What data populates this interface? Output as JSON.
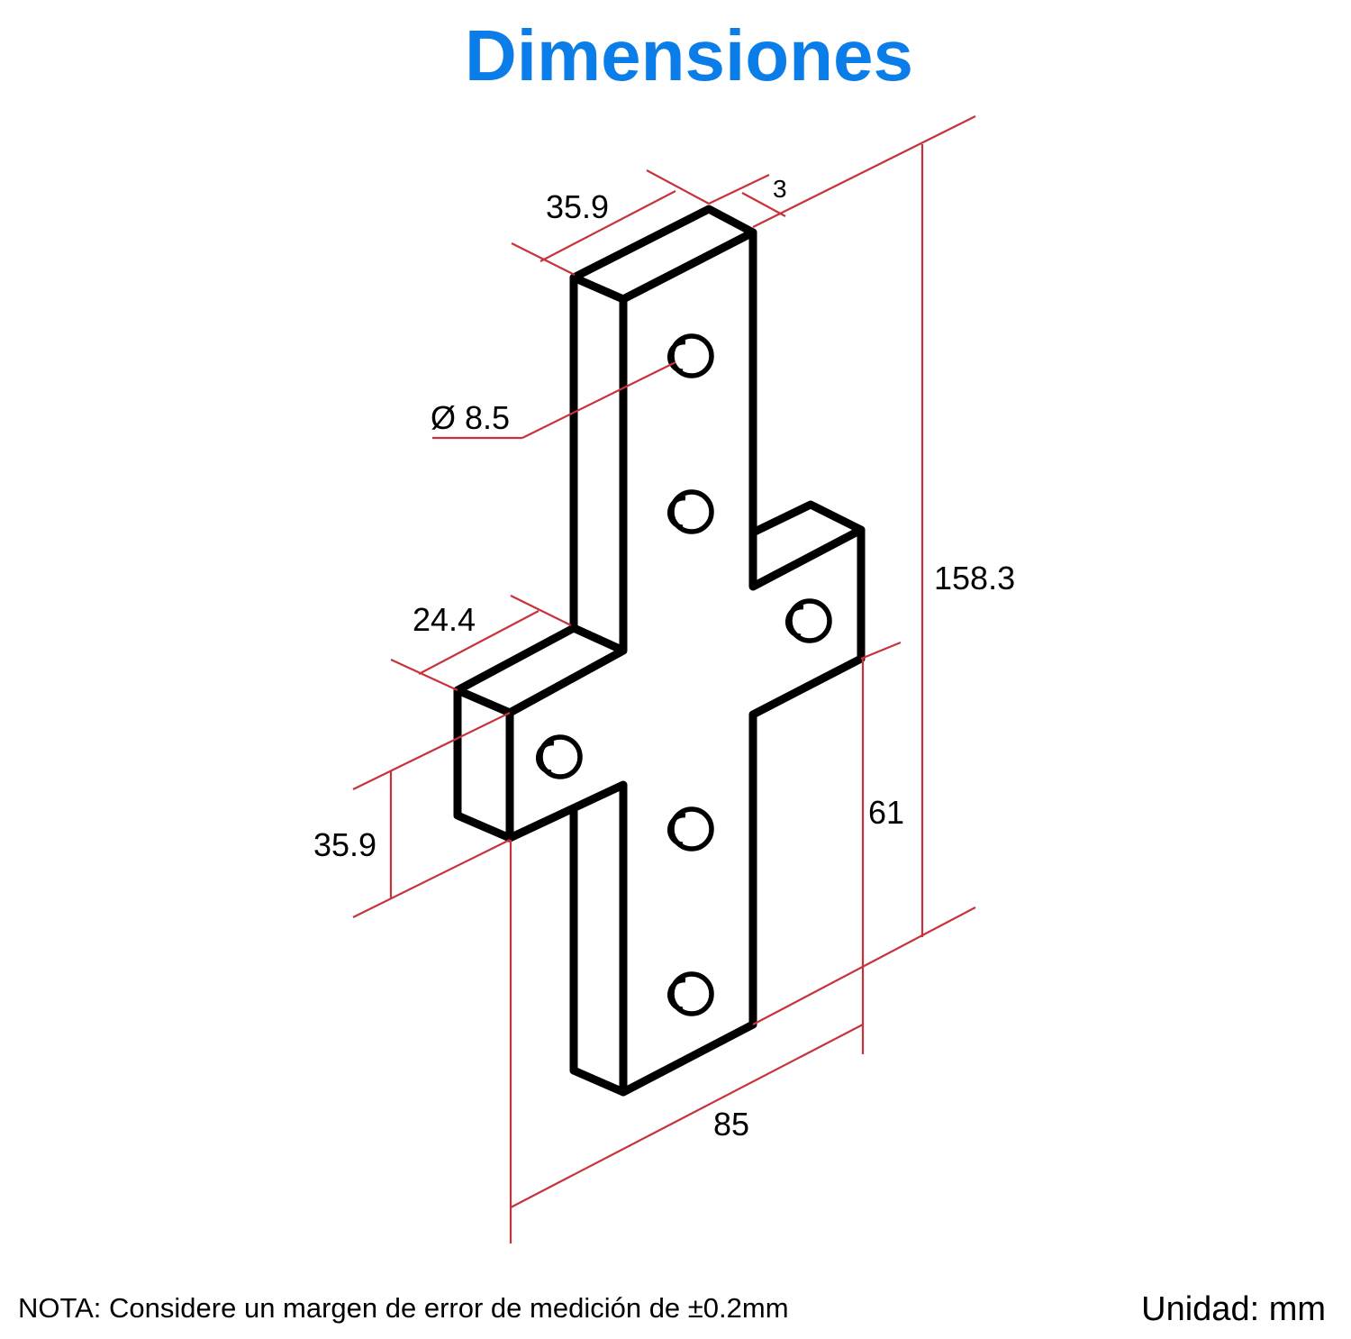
{
  "title": "Dimensiones",
  "dimensions": {
    "top_width": "35.9",
    "thickness": "3",
    "hole_diameter": "Ø 8.5",
    "arm_length": "24.4",
    "arm_width": "35.9",
    "total_height": "158.3",
    "lower_height": "61",
    "total_width": "85"
  },
  "footer": {
    "note": "NOTA: Considere un margen de error de medición de ±0.2mm",
    "unit": "Unidad: mm"
  },
  "colors": {
    "title": "#0a7de8",
    "dimension_lines": "#c8323a",
    "part_outline": "#000000"
  }
}
